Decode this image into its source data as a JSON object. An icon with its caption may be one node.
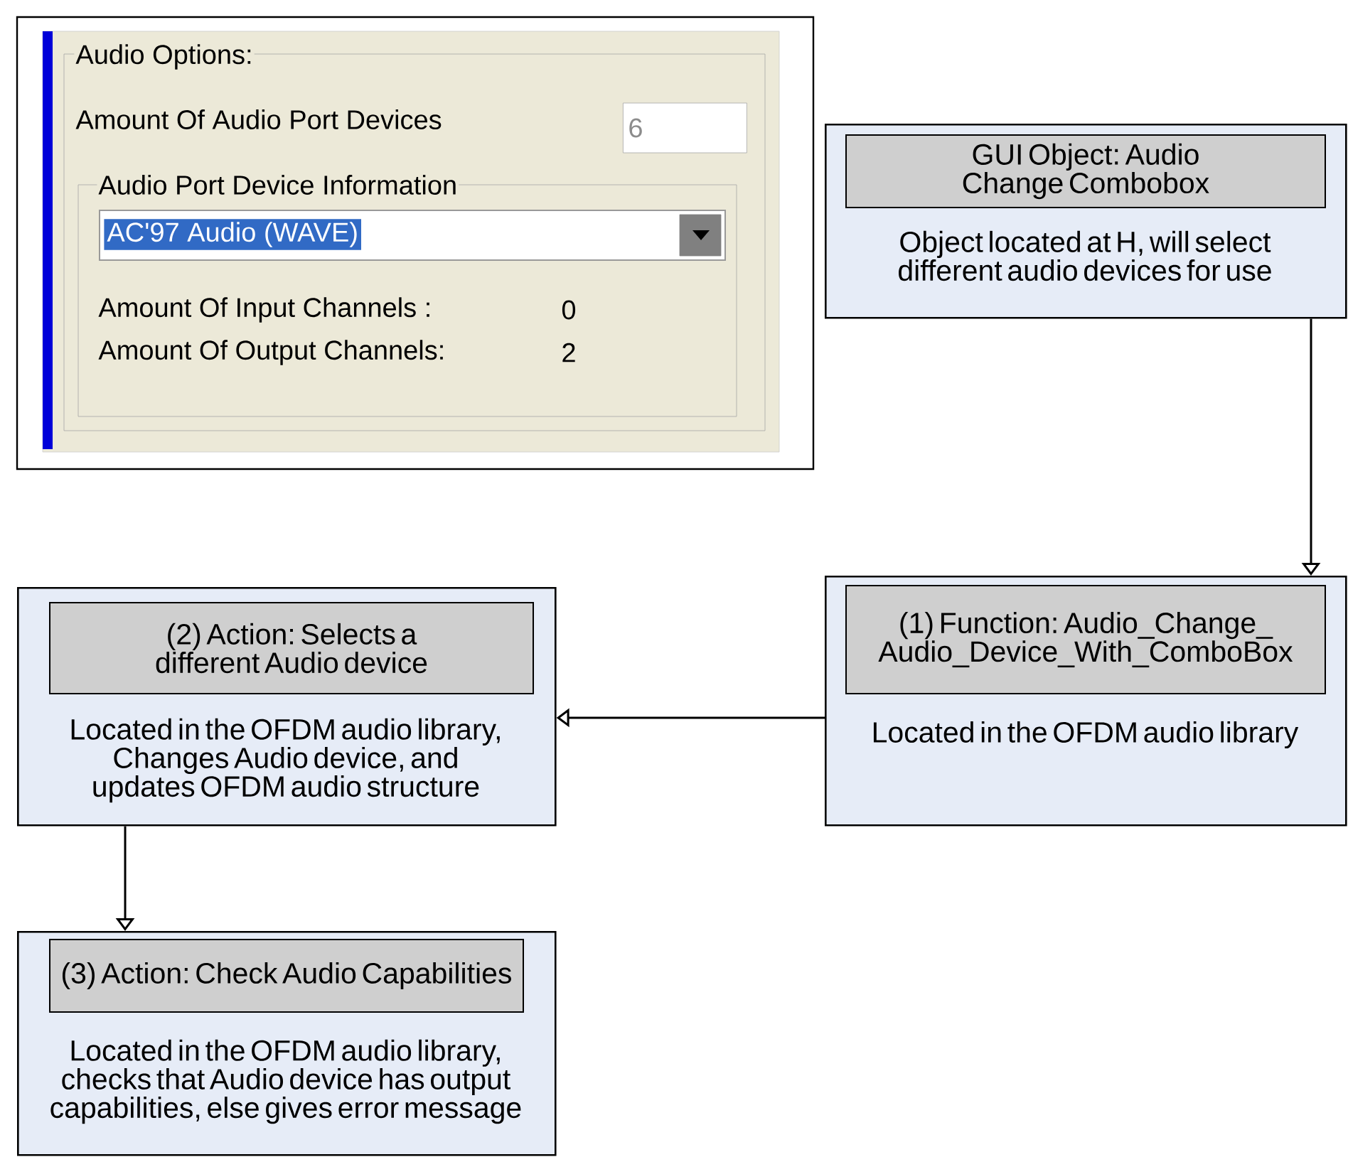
{
  "diagram": {
    "nodes": [
      {
        "text": [
          "GUI Object: Audio Change Combobox",
          "Object located at H, will select different audio devices for use"
        ]
      },
      {
        "text": [
          "(1) Function: Audio_Change_ Audio_Device_With_ComboBox",
          "Located in the OFDM audio library"
        ]
      },
      {
        "text": [
          "(2) Action: Selects a different Audio device",
          "Located in the OFDM audio library, Changes Audio device, and updates OFDM audio structure"
        ]
      },
      {
        "text": [
          "(3) Action: Check Audio Capabilities",
          "Located in the OFDM audio library, checks that Audio device has output capabilities, else gives error message"
        ]
      }
    ],
    "edges": [
      {
        "from": 0,
        "to": 1,
        "arrow": "to"
      },
      {
        "from": 1,
        "to": 2,
        "arrow": "to"
      },
      {
        "from": 2,
        "to": 3,
        "arrow": "to"
      }
    ],
    "labels": [
      "Audio Options:",
      "Amount Of Audio Port Devices",
      "6",
      "Audio Port Device Information",
      "AC'97 Audio (WAVE)",
      "Amount Of Input Channels :",
      "0",
      "Amount Of Output Channels:",
      "2"
    ]
  }
}
